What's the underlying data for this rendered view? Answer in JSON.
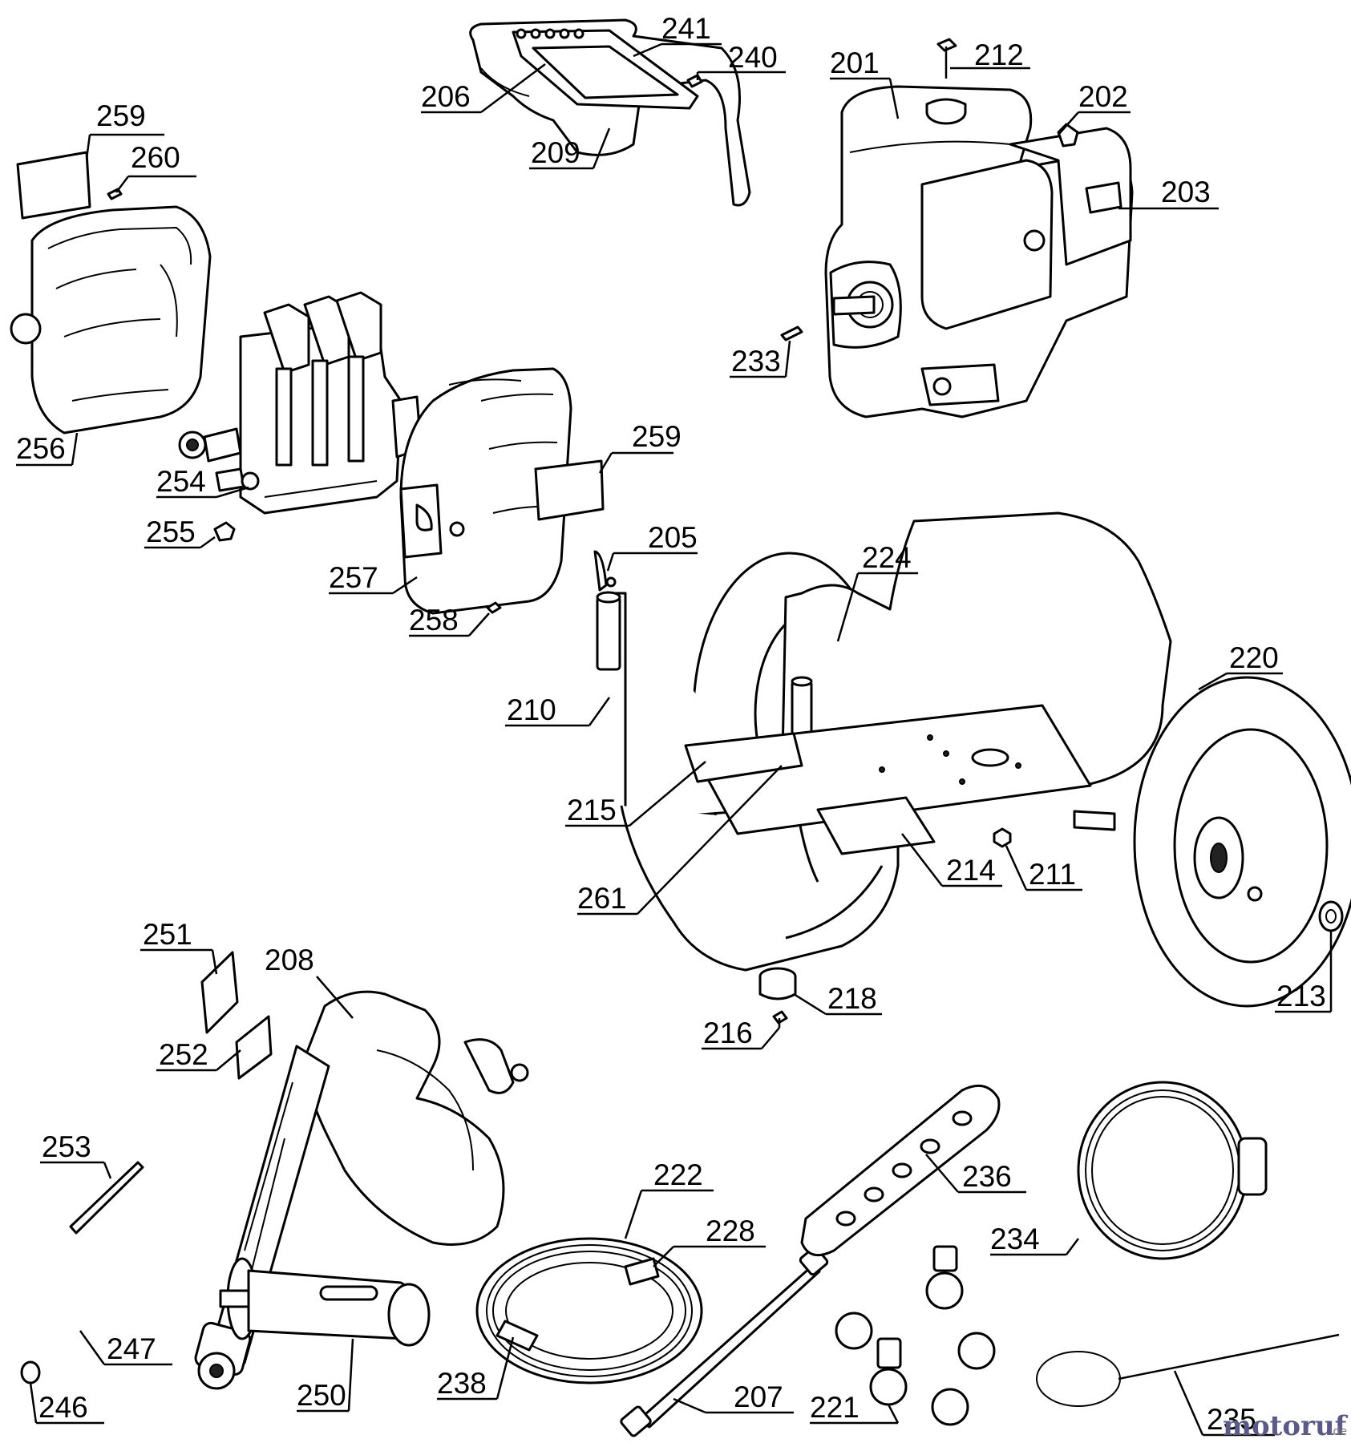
{
  "callouts": {
    "c259a": "259",
    "c260": "260",
    "c256": "256",
    "c254": "254",
    "c255": "255",
    "c259b": "259",
    "c257": "257",
    "c258": "258",
    "c241": "241",
    "c240": "240",
    "c206": "206",
    "c209": "209",
    "c201": "201",
    "c212": "212",
    "c202": "202",
    "c203": "203",
    "c233": "233",
    "c205": "205",
    "c224": "224",
    "c220": "220",
    "c210": "210",
    "c215": "215",
    "c261": "261",
    "c214": "214",
    "c211": "211",
    "c213": "213",
    "c218": "218",
    "c216": "216",
    "c251": "251",
    "c208": "208",
    "c252": "252",
    "c253": "253",
    "c247": "247",
    "c246": "246",
    "c250": "250",
    "c222": "222",
    "c228": "228",
    "c238": "238",
    "c207": "207",
    "c221": "221",
    "c236": "236",
    "c234": "234",
    "c235": "235"
  },
  "watermark": {
    "brand": "motoruf",
    "suffix": ".de"
  }
}
